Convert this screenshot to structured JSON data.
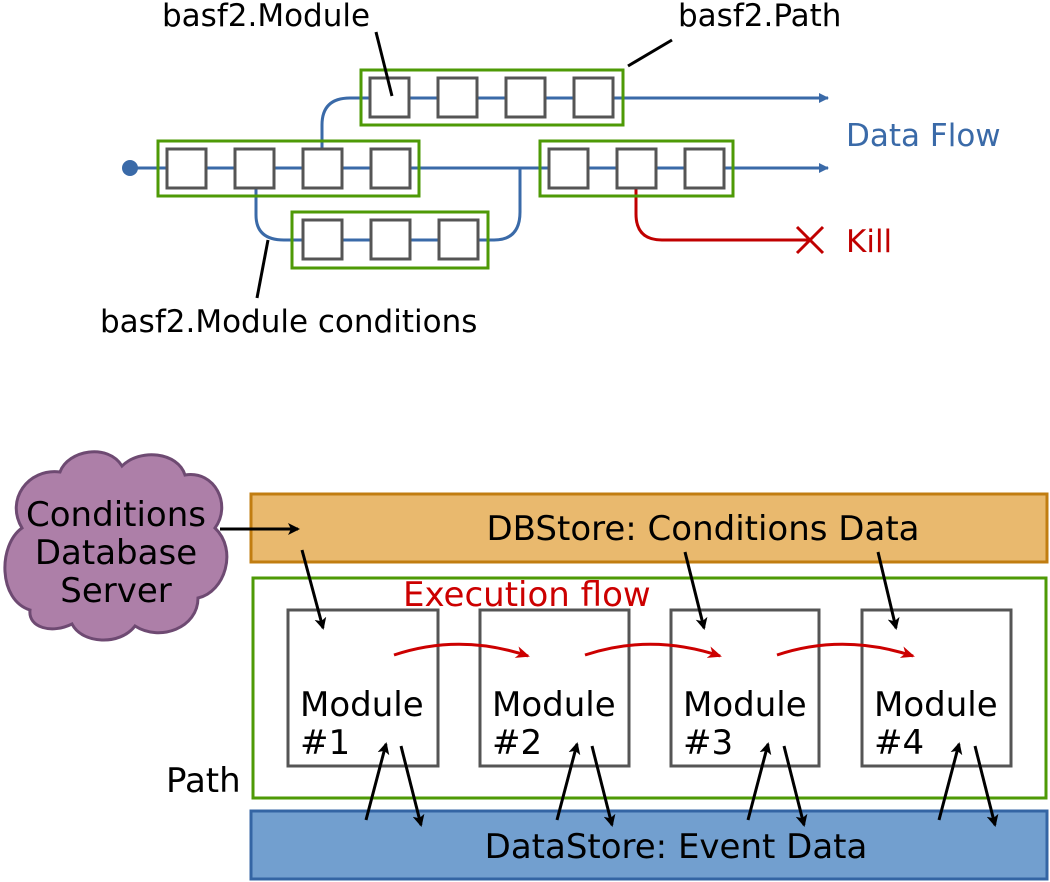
{
  "top": {
    "module_label": "basf2.Module",
    "path_label": "basf2.Path",
    "conditions_label": "basf2.Module conditions",
    "data_flow_label": "Data Flow",
    "kill_label": "Kill"
  },
  "bottom": {
    "cloud_lines": [
      "Conditions",
      "Database",
      "Server"
    ],
    "dbstore_label": "DBStore: Conditions Data",
    "execution_flow_label": "Execution flow",
    "path_label": "Path",
    "datastore_label": "DataStore: Event Data",
    "modules": [
      {
        "name": "Module",
        "number": "#1"
      },
      {
        "name": "Module",
        "number": "#2"
      },
      {
        "name": "Module",
        "number": "#3"
      },
      {
        "name": "Module",
        "number": "#4"
      }
    ]
  },
  "colors": {
    "flow_blue": "#3a6aa8",
    "kill_red": "#c00000",
    "path_green": "#4e9a06",
    "module_gray": "#555555",
    "cloud_fill": "#ad7fa8",
    "cloud_stroke": "#6e4a72",
    "dbstore_fill": "#e9b96e",
    "dbstore_stroke": "#c17d11",
    "datastore_fill": "#729fcf",
    "datastore_stroke": "#3465a4",
    "exec_red": "#cc0000"
  }
}
